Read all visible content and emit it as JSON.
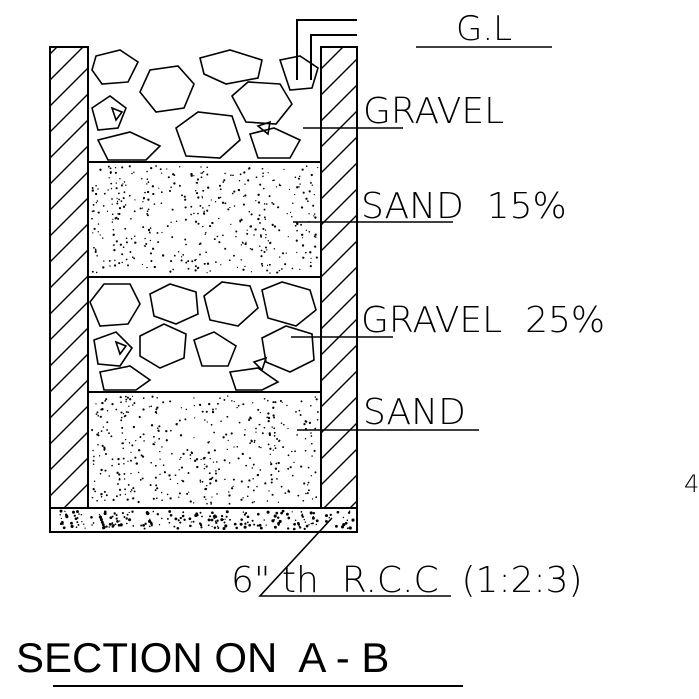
{
  "labels": {
    "ground_level": "G.L",
    "gravel_top": "GRAVEL",
    "sand_mid": "SAND  15%",
    "gravel_mid": "GRAVEL  25%",
    "sand_bottom": "SAND",
    "base_slab": "6\" th  R.C.C  (1:2:3)",
    "edge_fragment": "4"
  },
  "title": "SECTION ON  A - B",
  "colors": {
    "ink": "#000000",
    "paper": "#ffffff"
  }
}
